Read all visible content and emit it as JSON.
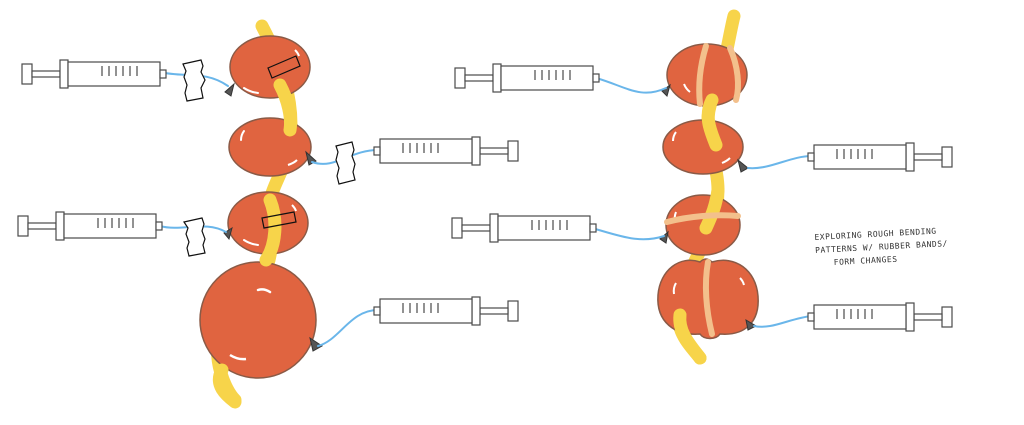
{
  "note": {
    "line1": "exploring rough bending",
    "line2": "patterns w/ rubber bands/",
    "line3": "form changes"
  },
  "colors": {
    "balloon": "#e06440",
    "balloon_stroke": "#8a5a46",
    "highlight": "#ffffff",
    "strip": "#f7d44a",
    "rubber_band": "#f3c08c",
    "tube": "#6ab6ea",
    "syringe_stroke": "#4a4a4a",
    "syringe_fill": "#ffffff",
    "tape_stroke": "#111111"
  },
  "icons": [
    "syringe-icon",
    "balloon-icon",
    "tape-icon",
    "rubber-band-icon",
    "tube-icon"
  ]
}
